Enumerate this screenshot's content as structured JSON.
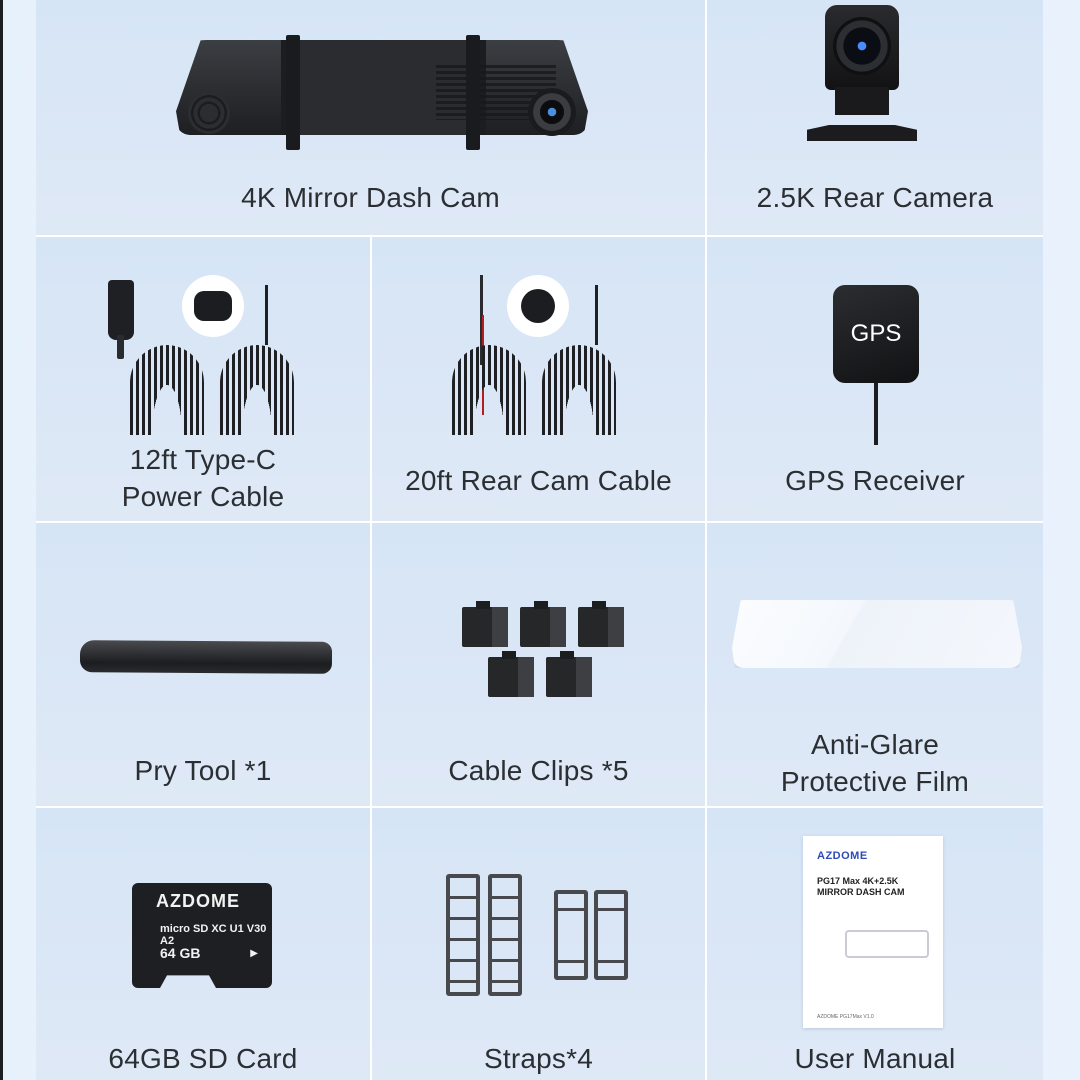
{
  "panels": [
    {
      "id": "mirror-dash-cam",
      "label": "4K Mirror Dash Cam"
    },
    {
      "id": "rear-camera",
      "label": "2.5K Rear Camera"
    },
    {
      "id": "power-cable",
      "label_line1": "12ft Type-C",
      "label_line2": "Power Cable"
    },
    {
      "id": "rear-cam-cable",
      "label": "20ft Rear Cam Cable"
    },
    {
      "id": "gps-receiver",
      "label": "GPS Receiver",
      "device_text": "GPS"
    },
    {
      "id": "pry-tool",
      "label": "Pry Tool *1"
    },
    {
      "id": "cable-clips",
      "label": "Cable Clips *5",
      "count": 5
    },
    {
      "id": "protective-film",
      "label_line1": "Anti-Glare",
      "label_line2": "Protective Film"
    },
    {
      "id": "sd-card",
      "label": "64GB SD Card",
      "card_brand": "AZDOME",
      "card_marks": "micro SD XC  U1  V30  A2",
      "card_capacity": "64 GB",
      "card_arrow": "▶"
    },
    {
      "id": "straps",
      "label": "Straps*4",
      "count": 4
    },
    {
      "id": "user-manual",
      "label": "User Manual",
      "manual_brand": "AZDOME",
      "manual_title": "PG17 Max 4K+2.5K MIRROR DASH CAM",
      "manual_footer": "AZDOME PG17Max V1.0"
    }
  ],
  "colors": {
    "panel_bg": "#d8e6f6",
    "grid_line": "#ffffff",
    "label_text": "#2b2f33",
    "outer_margin": "#e8f2fc",
    "brand_blue": "#2d4bb5"
  }
}
